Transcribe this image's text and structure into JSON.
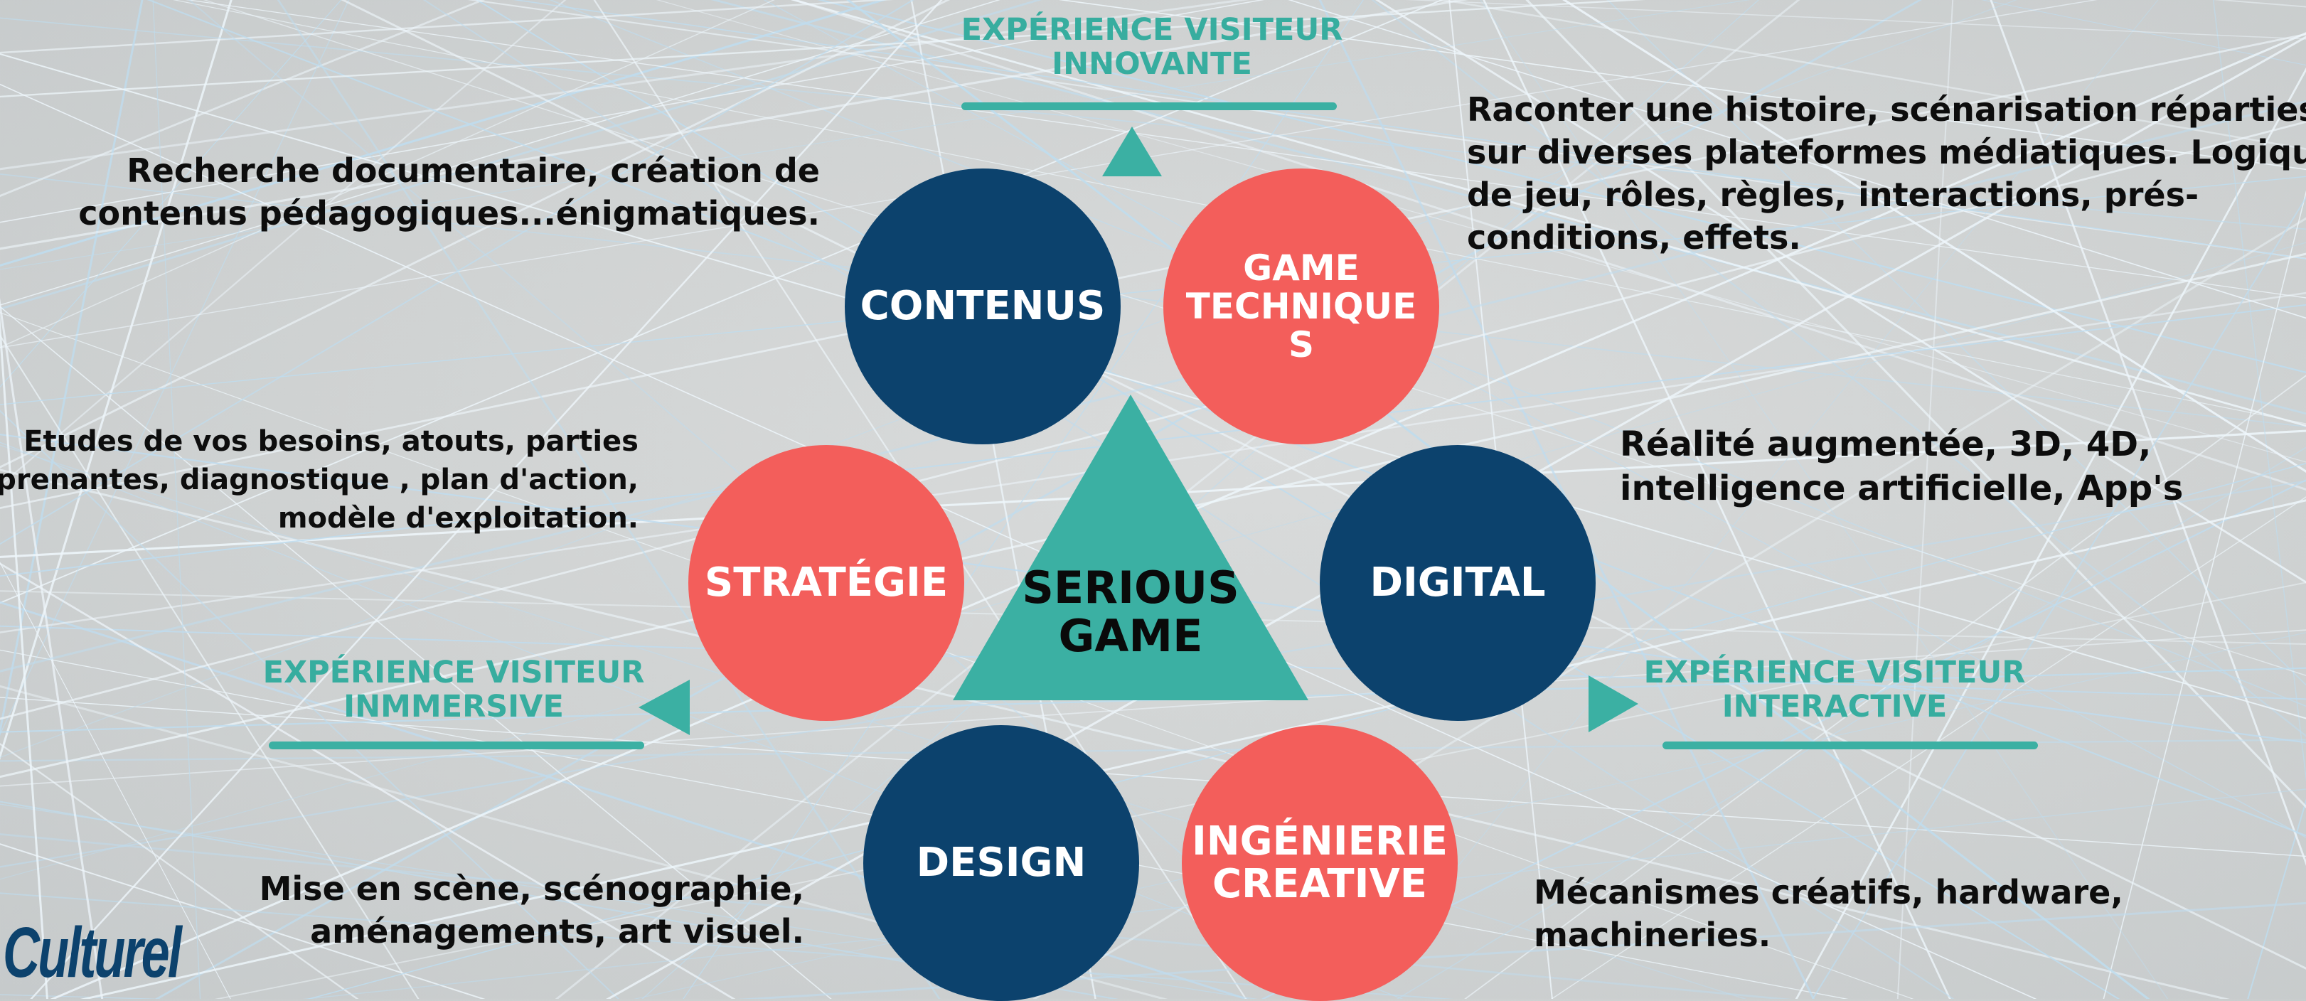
{
  "center": {
    "line1": "SERIOUS",
    "line2": "GAME"
  },
  "nodes": {
    "contenus": "CONTENUS",
    "game_techniques": {
      "line1": "GAME",
      "line2": "TECHNIQUE",
      "line3": "S"
    },
    "digital": "DIGITAL",
    "ingenierie": {
      "line1": "INGÉNIERIE",
      "line2": "CREATIVE"
    },
    "design": "DESIGN",
    "strategie": "STRATÉGIE"
  },
  "experiences": {
    "top": {
      "line1": "EXPÉRIENCE VISITEUR",
      "line2": "INNOVANTE"
    },
    "left": {
      "line1": "EXPÉRIENCE VISITEUR",
      "line2": "INMMERSIVE"
    },
    "right": {
      "line1": "EXPÉRIENCE VISITEUR",
      "line2": "INTERACTIVE"
    }
  },
  "descriptions": {
    "contenus": [
      "Recherche documentaire, création de",
      "contenus  pédagogiques...énigmatiques."
    ],
    "game_techniques": [
      "Raconter une histoire, scénarisation réparties",
      "sur diverses plateformes médiatiques.  Logique",
      "de jeu, rôles, règles, interactions, prés-",
      "conditions, effets."
    ],
    "strategie": [
      "Etudes de vos besoins, atouts,  parties",
      "prenantes, diagnostique ,  plan d'action,",
      "modèle d'exploitation."
    ],
    "digital": [
      "Réalité augmentée, 3D, 4D,",
      "intelligence artificielle, App's"
    ],
    "design": [
      "Mise en scène, scénographie,",
      "aménagements, art visuel."
    ],
    "ingenierie": [
      "Mécanismes créatifs, hardware,",
      "machineries."
    ]
  },
  "logo": "Culturel",
  "colors": {
    "navy": "#0c426d",
    "coral": "#f35e5b",
    "teal": "#3bb0a3",
    "background": "#d0d3d3"
  }
}
